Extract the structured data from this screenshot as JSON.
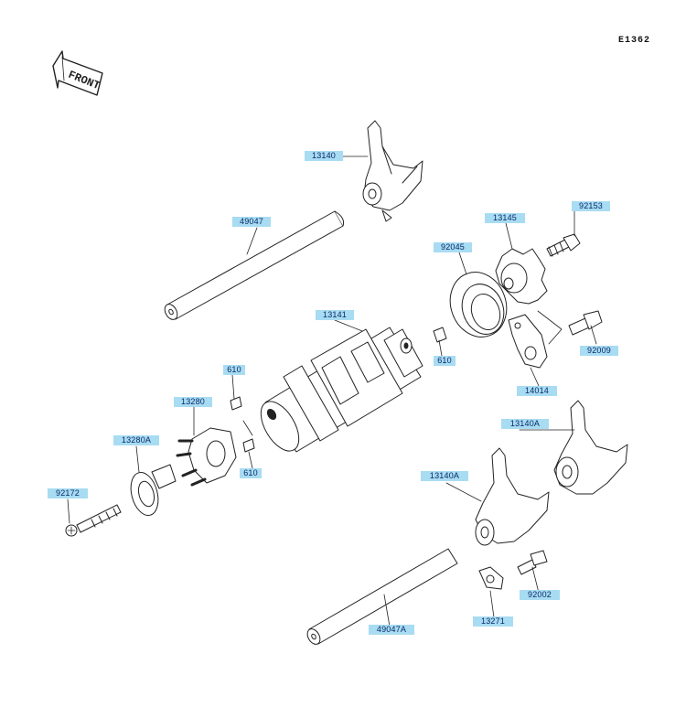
{
  "diagram": {
    "code": "E1362",
    "front_label": "FRONT",
    "parts": [
      "13140",
      "49047",
      "92153",
      "13145",
      "92045",
      "13141",
      "92009",
      "14014",
      "610",
      "13280",
      "13140A",
      "13280A",
      "610",
      "13140A",
      "92172",
      "92002",
      "13271",
      "49047A"
    ]
  },
  "colors": {
    "label_bg": "#a8dcf2",
    "label_text": "#0a2a6a",
    "line": "#222222",
    "fill": "#ffffff"
  }
}
